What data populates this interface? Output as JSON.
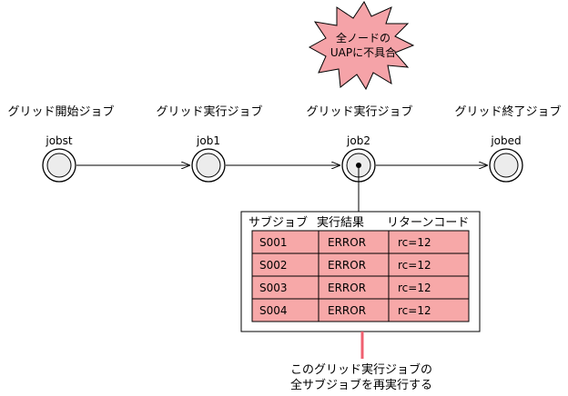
{
  "burst": {
    "line1": "全ノードの",
    "line2": "UAPに不具合"
  },
  "nodes": [
    {
      "caption": "グリッド開始ジョブ",
      "label": "jobst"
    },
    {
      "caption": "グリッド実行ジョブ",
      "label": "job1"
    },
    {
      "caption": "グリッド実行ジョブ",
      "label": "job2"
    },
    {
      "caption": "グリッド終了ジョブ",
      "label": "jobed"
    }
  ],
  "table": {
    "headers": [
      "サブジョブ",
      "実行結果",
      "リターンコード"
    ],
    "rows": [
      [
        "S001",
        "ERROR",
        "rc=12"
      ],
      [
        "S002",
        "ERROR",
        "rc=12"
      ],
      [
        "S003",
        "ERROR",
        "rc=12"
      ],
      [
        "S004",
        "ERROR",
        "rc=12"
      ]
    ],
    "row_color": "#f7a8a8"
  },
  "note": {
    "line1": "このグリッド実行ジョブの",
    "line2": "全サブジョブを再実行する"
  },
  "colors": {
    "burst_fill": "#f5a3a8",
    "table_row": "#f7a8a8",
    "note_line": "#f06070"
  }
}
